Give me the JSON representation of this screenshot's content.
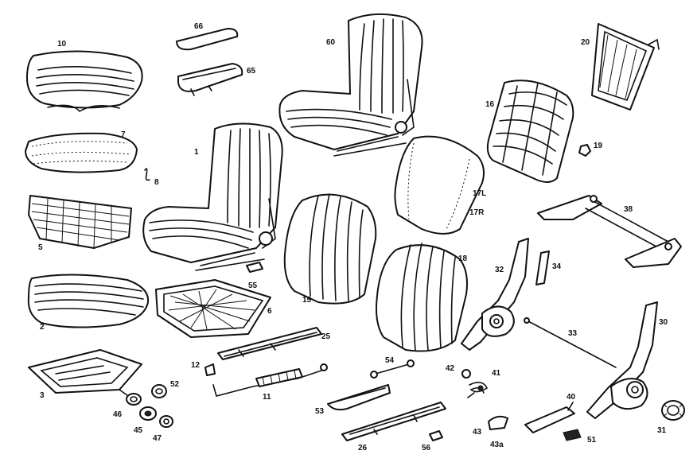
{
  "diagram": {
    "parts": [
      {
        "id": "10"
      },
      {
        "id": "7"
      },
      {
        "id": "8"
      },
      {
        "id": "5"
      },
      {
        "id": "2"
      },
      {
        "id": "3"
      },
      {
        "id": "46"
      },
      {
        "id": "45"
      },
      {
        "id": "47"
      },
      {
        "id": "52"
      },
      {
        "id": "66"
      },
      {
        "id": "65"
      },
      {
        "id": "60"
      },
      {
        "id": "1"
      },
      {
        "id": "55"
      },
      {
        "id": "6"
      },
      {
        "id": "12"
      },
      {
        "id": "11"
      },
      {
        "id": "25"
      },
      {
        "id": "15"
      },
      {
        "id": "17L"
      },
      {
        "id": "17R"
      },
      {
        "id": "18"
      },
      {
        "id": "54"
      },
      {
        "id": "53"
      },
      {
        "id": "26"
      },
      {
        "id": "56"
      },
      {
        "id": "42"
      },
      {
        "id": "41"
      },
      {
        "id": "43"
      },
      {
        "id": "43a"
      },
      {
        "id": "20"
      },
      {
        "id": "16"
      },
      {
        "id": "19"
      },
      {
        "id": "38"
      },
      {
        "id": "32"
      },
      {
        "id": "34"
      },
      {
        "id": "33"
      },
      {
        "id": "30"
      },
      {
        "id": "31"
      },
      {
        "id": "40"
      },
      {
        "id": "51"
      }
    ]
  }
}
